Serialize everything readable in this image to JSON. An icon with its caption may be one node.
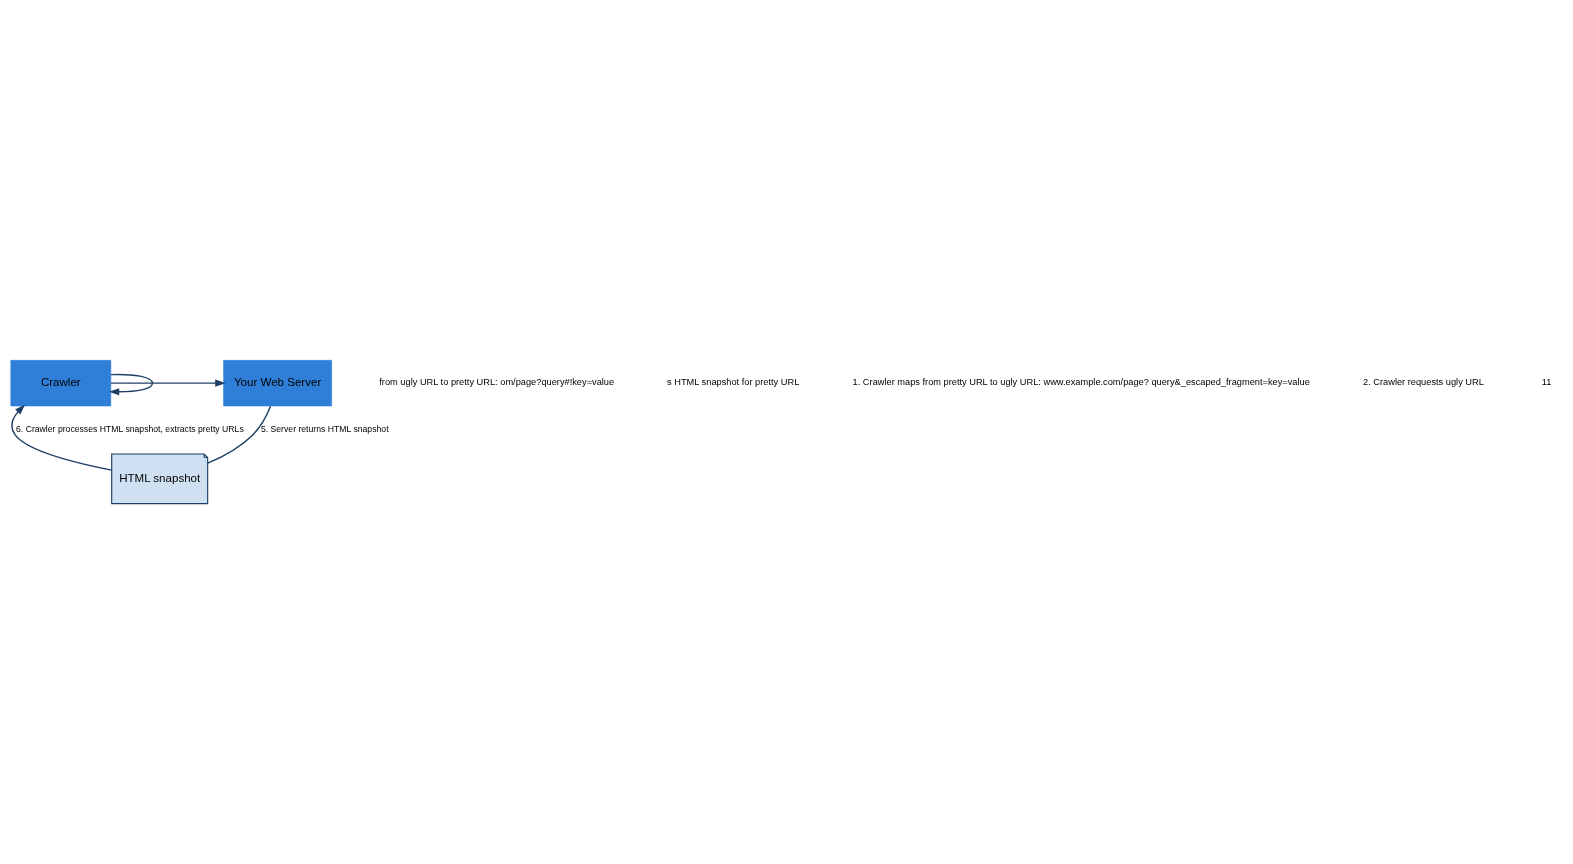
{
  "diagram": {
    "nodes": [
      {
        "text": [
          "Your Web Server"
        ]
      },
      {
        "text": [
          "Crawler"
        ]
      },
      {
        "text": [
          "HTML snapshot"
        ]
      }
    ],
    "edges": [
      {
        "from": 1,
        "to": 0,
        "arrow": "to"
      },
      {
        "from": 0,
        "to": 2,
        "arrow": "none",
        "label": "5. Server returns HTML snapshot"
      },
      {
        "from": 2,
        "to": 1,
        "arrow": "to",
        "label": "6. Crawler processes HTML snapshot, extracts pretty URLs"
      },
      {
        "from": 1,
        "to": 1,
        "arrow": "to"
      }
    ],
    "labels": [
      "from ugly URL to pretty URL: om/page?query#!key=value",
      "s HTML snapshot for pretty URL",
      "1. Crawler maps from pretty URL to ugly URL: www.example.com/page? query&_escaped_fragment=key=value",
      "2. Crawler requests ugly URL",
      "11"
    ]
  }
}
